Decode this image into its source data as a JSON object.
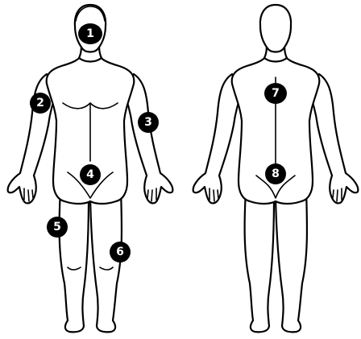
{
  "markers": [
    {
      "id": "1",
      "figure": "front",
      "label": "1"
    },
    {
      "id": "2",
      "figure": "front",
      "label": "2"
    },
    {
      "id": "3",
      "figure": "front",
      "label": "3"
    },
    {
      "id": "4",
      "figure": "front",
      "label": "4"
    },
    {
      "id": "5",
      "figure": "front",
      "label": "5"
    },
    {
      "id": "6",
      "figure": "front",
      "label": "6"
    },
    {
      "id": "7",
      "figure": "back",
      "label": "7"
    },
    {
      "id": "8",
      "figure": "back",
      "label": "8"
    }
  ],
  "colors": {
    "outline": "#000000",
    "marker_fill": "#000000",
    "marker_text": "#ffffff",
    "background": "#ffffff"
  }
}
